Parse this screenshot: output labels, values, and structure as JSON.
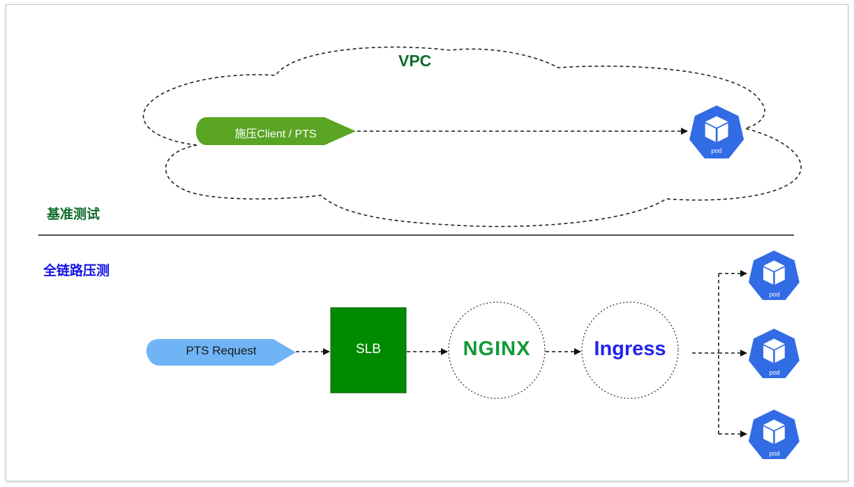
{
  "vpc": {
    "title": "VPC"
  },
  "sections": {
    "baseline": "基准测试",
    "full_link": "全链路压测"
  },
  "nodes": {
    "client": "施压Client / PTS",
    "pts_request": "PTS Request",
    "slb": "SLB",
    "nginx": "NGINX",
    "ingress": "Ingress",
    "pod": "pod"
  },
  "colors": {
    "green_title": "#0e6b2b",
    "blue_title": "#1414e6",
    "client_fill": "#5aa524",
    "pts_fill": "#6fb4f5",
    "slb_fill": "#008a00",
    "pod_fill": "#326ce5",
    "nginx_text": "#119a37",
    "ingress_text": "#2222ee"
  },
  "icons": [
    "kubernetes-pod-icon",
    "arrow-icon"
  ]
}
